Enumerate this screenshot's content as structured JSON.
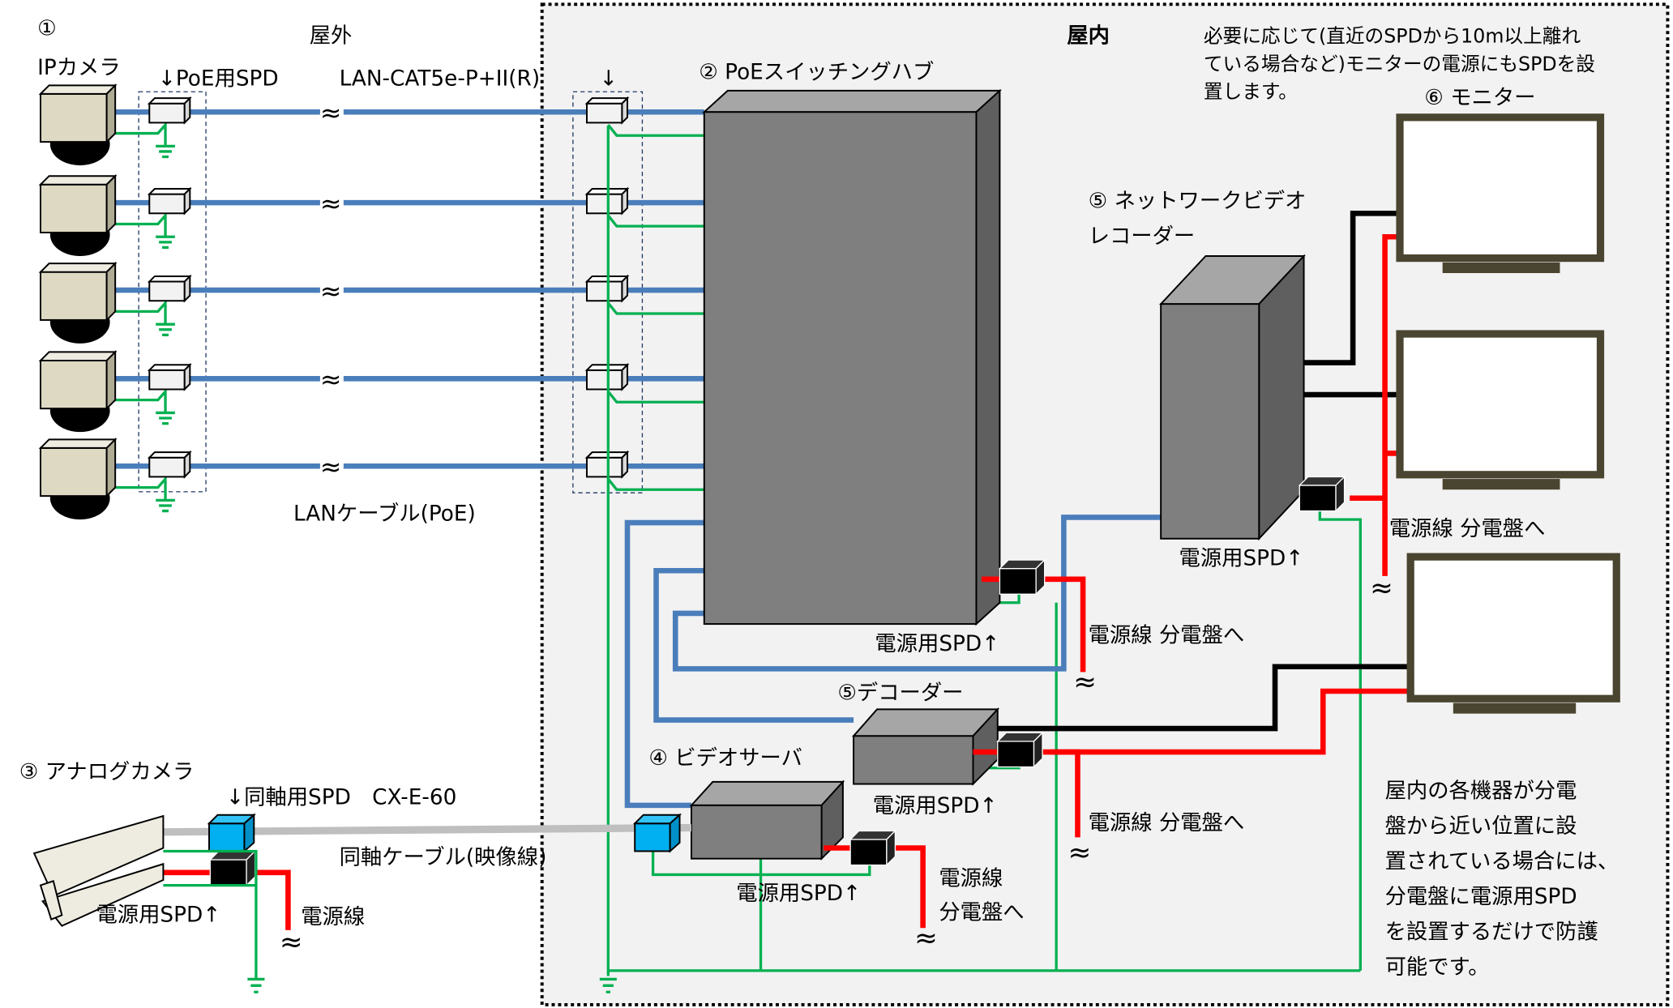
{
  "outdoor": {
    "label": "屋外",
    "ip_camera_num": "①",
    "ip_camera_label": "IPカメラ",
    "poe_spd_label": "↓PoE用SPD",
    "lan_spd_model": "LAN-CAT5e-P+II(R)",
    "arrow_down": "↓",
    "lan_cable_label": "LANケーブル(PoE)",
    "analog_camera_label": "③ アナログカメラ",
    "coax_spd_label": "↓同軸用SPD　CX-E-60",
    "coax_cable_label": "同軸ケーブル(映像線)",
    "analog_power_spd": "電源用SPD↑",
    "analog_power_line": "電源線"
  },
  "indoor": {
    "label": "屋内",
    "note_top": [
      "必要に応じて(直近のSPDから10m以上離れ",
      "ている場合など)モニターの電源にもSPDを設",
      "置します。"
    ],
    "poe_hub_label": "②  PoEスイッチングハブ",
    "monitor_label": "⑥  モニター",
    "nvr_label": [
      "⑤  ネットワークビデオ",
      "レコーダー"
    ],
    "decoder_label": "⑤デコーダー",
    "video_server_label": "④  ビデオサーバ",
    "power_spd": "電源用SPD↑",
    "power_line_to_panel": "電源線 分電盤へ",
    "power_line": "電源線",
    "to_panel": "分電盤へ",
    "note_bottom": [
      "屋内の各機器が分電",
      "盤から近い位置に設",
      "置されている場合には、",
      "分電盤に電源用SPD",
      "を設置するだけで防護",
      "可能です。"
    ]
  },
  "break_symbol": "≈",
  "colors": {
    "lan": "#4a7ebb",
    "ground": "#00b050",
    "power": "#ff0000",
    "video": "#000000",
    "coax": "#bfbfbf",
    "coax_spd": "#00b0f0"
  }
}
